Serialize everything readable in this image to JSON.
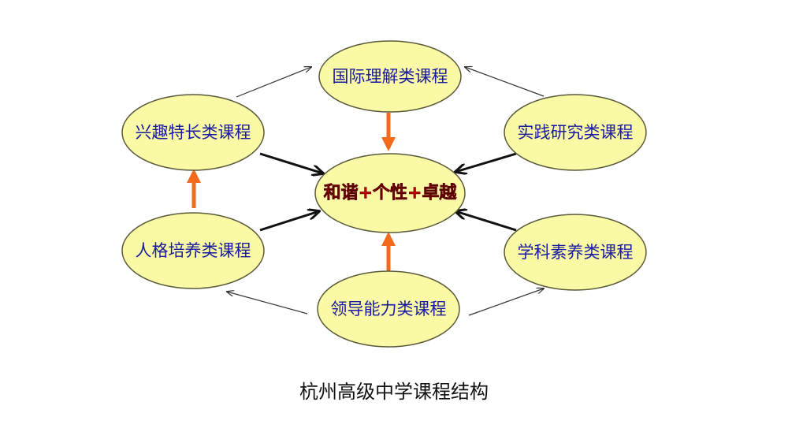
{
  "diagram": {
    "center": "和谐+个性+卓越",
    "nodes": {
      "top": "国际理解类课程",
      "left_top": "兴趣特长类课程",
      "right_top": "实践研究类课程",
      "left_bottom": "人格培养类课程",
      "right_bottom": "学科素养类课程",
      "bottom": "领导能力类课程"
    },
    "caption": "杭州高级中学课程结构"
  },
  "colors": {
    "node_fill": "#fafaa6",
    "label": "#1a1aa0",
    "center_label": "#c00000",
    "orange_arrow": "#f26b1d"
  }
}
